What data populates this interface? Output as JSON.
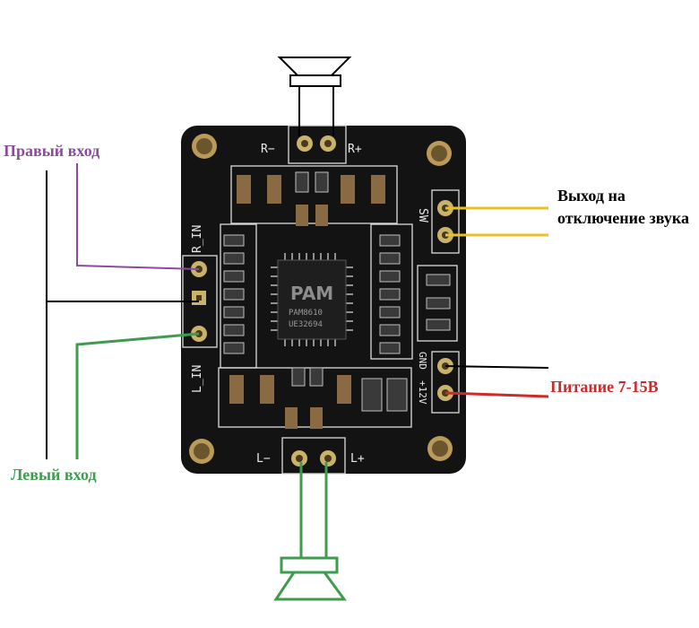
{
  "labels": {
    "right_input": "Правый вход",
    "left_input": "Левый вход",
    "mute_output": "Выход на отключение звука",
    "power": "Питание 7-15В"
  },
  "silkscreen": {
    "r_minus": "R−",
    "r_plus": "R+",
    "l_minus": "L−",
    "l_plus": "L+",
    "r_in": "R_IN",
    "l_in": "L_IN",
    "sw": "SW",
    "gnd": "GND",
    "plus12v": "+12V"
  },
  "chip": {
    "logo": "PAM",
    "part": "PAM8610",
    "code": "UE32694"
  },
  "colors": {
    "right_input": "#8b4a9c",
    "left_input": "#3f9b4f",
    "mute_output": "#e8c02a",
    "power_positive": "#cc2b2b",
    "ground": "#000000",
    "board": "#141414",
    "pad": "#c9b26b",
    "speaker": "#000000",
    "speaker_bottom": "#3f9b4f"
  },
  "icons": [
    "speaker-top-icon",
    "speaker-bottom-icon",
    "amplifier-chip-icon"
  ]
}
